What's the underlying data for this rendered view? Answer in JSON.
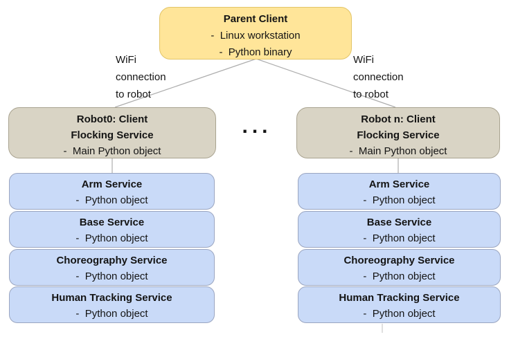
{
  "colors": {
    "parent_fill": "#FFE599",
    "parent_border": "#E2C468",
    "robot_fill": "#D9D4C5",
    "robot_border": "#A9A390",
    "service_fill": "#C9DAF8",
    "service_border": "#9AA5C0",
    "line": "#ADADAD",
    "text": "#141414"
  },
  "parent": {
    "title": "Parent Client",
    "body": "-  Linux workstation\n-  Python binary"
  },
  "wifi_left": "WiFi\nconnection\nto robot",
  "wifi_right": "WiFi\nconnection\nto robot",
  "ellipsis": "...",
  "columns": [
    {
      "robot_title": "Robot0: Client\nFlocking Service",
      "robot_item": "-  Main Python object",
      "services": [
        {
          "title": "Arm Service",
          "item": "-  Python object"
        },
        {
          "title": "Base Service",
          "item": "-  Python object"
        },
        {
          "title": "Choreography Service",
          "item": "-  Python object"
        },
        {
          "title": "Human Tracking Service",
          "item": "-  Python object"
        }
      ]
    },
    {
      "robot_title": "Robot n: Client\nFlocking Service",
      "robot_item": "-  Main Python object",
      "services": [
        {
          "title": "Arm Service",
          "item": "-  Python object"
        },
        {
          "title": "Base Service",
          "item": "-  Python object"
        },
        {
          "title": "Choreography Service",
          "item": "-  Python object"
        },
        {
          "title": "Human Tracking Service",
          "item": "-  Python object"
        }
      ]
    }
  ]
}
